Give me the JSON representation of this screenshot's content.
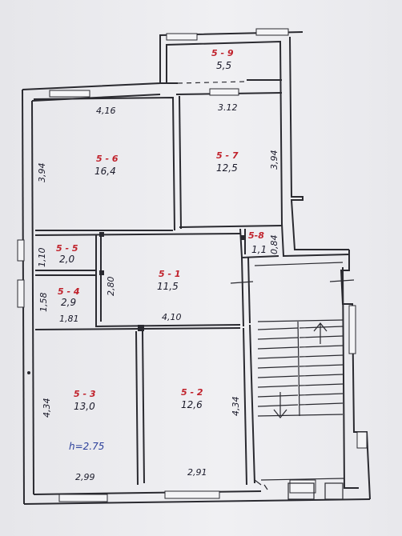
{
  "rooms": [
    {
      "id": "5 - 9",
      "area": "5,5"
    },
    {
      "id": "5 - 6",
      "area": "16,4"
    },
    {
      "id": "5 - 7",
      "area": "12,5"
    },
    {
      "id": "5 - 5",
      "area": "2,0"
    },
    {
      "id": "5-8",
      "area": "1,1"
    },
    {
      "id": "5 - 4",
      "area": "2,9"
    },
    {
      "id": "5 - 1",
      "area": "11,5"
    },
    {
      "id": "5 - 3",
      "area": "13,0"
    },
    {
      "id": "5 - 2",
      "area": "12,6"
    }
  ],
  "dimensions": {
    "room6_width": "4,16",
    "room6_height": "3,94",
    "room7_width": "3.12",
    "room7_height": "3,94",
    "room5_height": "1,10",
    "room8_height": "0,84",
    "room4_height": "1,58",
    "room4_width": "1,81",
    "room1_height": "2,80",
    "room1_width": "4,10",
    "room3_height": "4,34",
    "room3_width": "2,99",
    "room2_height": "4,34",
    "room2_width": "2,91"
  },
  "ceiling_height": "h=2.75"
}
